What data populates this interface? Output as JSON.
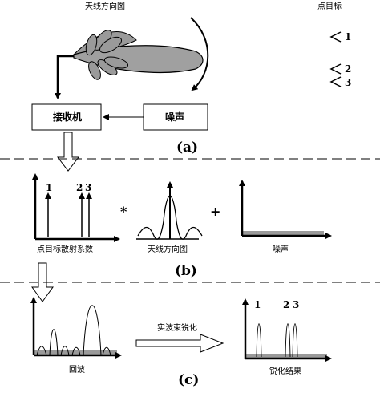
{
  "section_a": {
    "antenna_pattern_label": "天线方向图",
    "point_targets_label": "点目标",
    "target_1": "1",
    "target_2": "2",
    "target_3": "3",
    "receiver_label": "接收机",
    "noise_label": "噪声",
    "panel_label": "(a)"
  },
  "section_b": {
    "target_nums": [
      "1",
      "2",
      "3"
    ],
    "conv_op": "*",
    "plus_op": "+",
    "scattering_label": "点目标散射系数",
    "antenna_pattern_label": "天线方向图",
    "noise_label": "噪声",
    "panel_label": "(b)"
  },
  "section_c": {
    "sharpen_label": "实波束锐化",
    "target_nums": [
      "1",
      "2",
      "3"
    ],
    "echo_label": "回波",
    "result_label": "锐化结果",
    "panel_label": "(c)"
  }
}
